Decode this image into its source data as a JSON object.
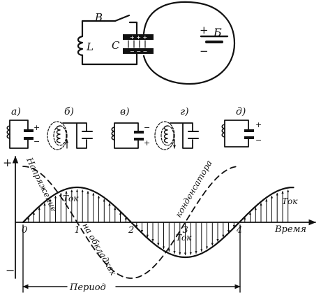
{
  "circuit": {
    "labels": {
      "switch": "В",
      "inductor": "L",
      "capacitor": "C",
      "battery": "Б",
      "plus": "+",
      "minus": "−"
    }
  },
  "phases": [
    {
      "letter": "а)"
    },
    {
      "letter": "б)"
    },
    {
      "letter": "в)"
    },
    {
      "letter": "г)"
    },
    {
      "letter": "д)"
    }
  ],
  "graph": {
    "y_plus": "+",
    "y_minus": "−",
    "x_axis_label": "Время",
    "ticks": [
      "0",
      "1",
      "2",
      "3",
      "4"
    ],
    "current_label": "Ток",
    "voltage_label_left": "Напряжение",
    "voltage_label_mid": "на обкладках",
    "voltage_label_right": "конденсатора",
    "period_label": "Период"
  },
  "chart_data": {
    "type": "line",
    "x_ticks": [
      0,
      1,
      2,
      3,
      4
    ],
    "series": [
      {
        "name": "Ток",
        "style": "solid",
        "shape": "sine",
        "amplitude_relative": 1.0,
        "phase_quarter_periods": 0,
        "x_extent": [
          0,
          5
        ]
      },
      {
        "name": "Напряжение на обкладках конденсатора",
        "style": "dashed",
        "shape": "cosine",
        "amplitude_relative": 1.6,
        "phase_quarter_periods": 0,
        "x_extent": [
          0,
          4
        ]
      }
    ],
    "annotations": [
      "Ток",
      "Ток",
      "Ток",
      "Период"
    ]
  }
}
